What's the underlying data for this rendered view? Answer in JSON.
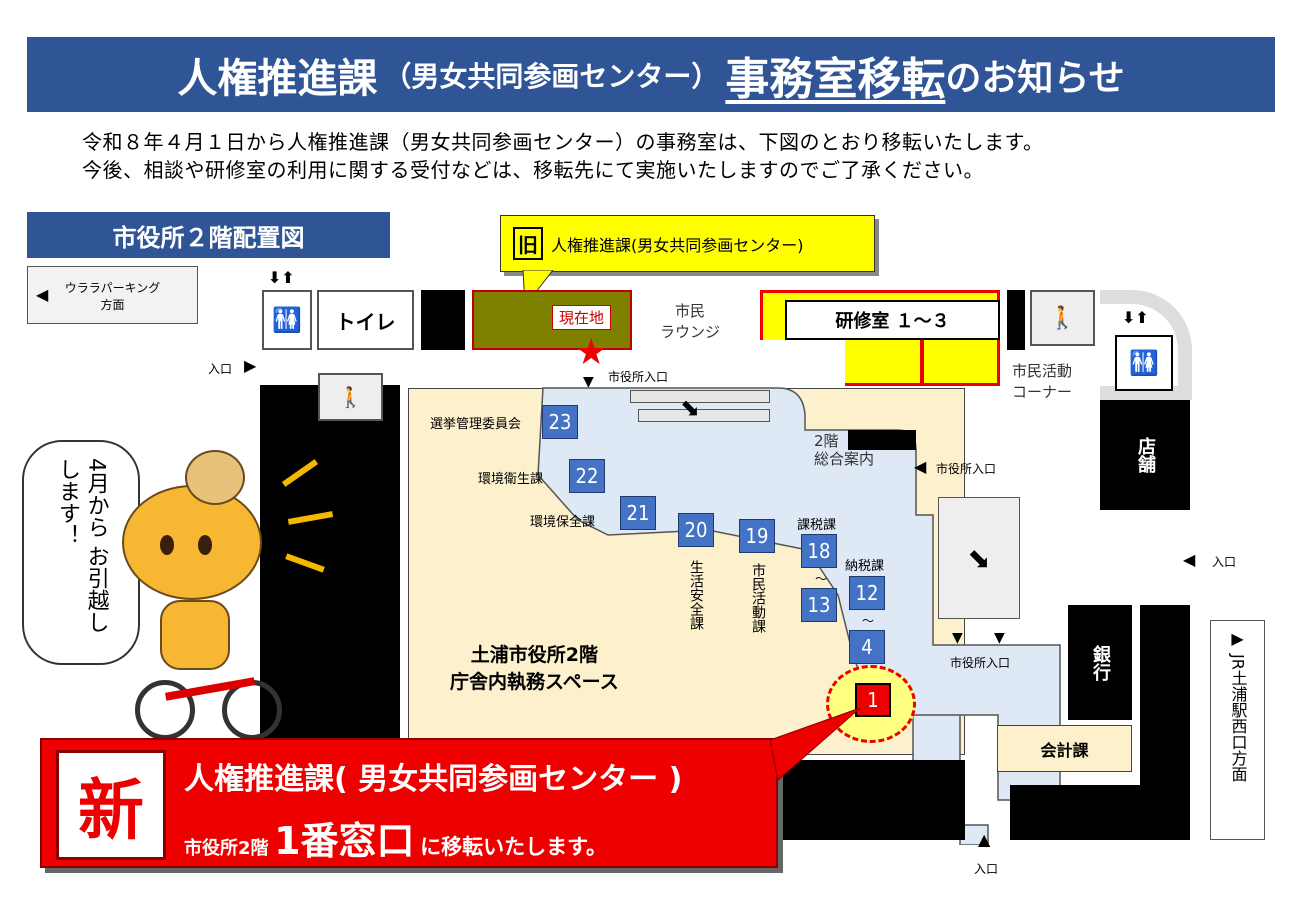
{
  "banner": {
    "title_main": "人権推進課",
    "title_sub": "（男女共同参画センター）",
    "title_emph": "事務室移転",
    "title_end": "のお知らせ"
  },
  "intro": [
    "令和８年４月１日から人権推進課（男女共同参画センター）の事務室は、下図のとおり移転いたします。",
    "今後、相談や研修室の利用に関する受付などは、移転先にて実施いたしますのでご了承ください。"
  ],
  "map_label": "市役所２階配置図",
  "old_callout": {
    "badge": "旧",
    "text": "人権推進課(男女共同参画センター)"
  },
  "parking": {
    "arrow": "◀",
    "text1": "ウララパーキング",
    "text2": "方面"
  },
  "rooms": {
    "toilet": "トイレ",
    "current": "現在地",
    "lounge1": "市民",
    "lounge2": "ラウンジ",
    "training": "研修室 １～３",
    "activity1": "市民活動",
    "activity2": "コーナー",
    "shop": "店舗",
    "bank": "銀行",
    "accounting": "会計課",
    "info1": "2階",
    "info2": "総合案内",
    "workspace1": "土浦市役所2階",
    "workspace2": "庁舎内執務スペース"
  },
  "entrances": {
    "entrance": "入口",
    "city_hall_entrance": "市役所入口",
    "jr": "JR土浦駅西口方面"
  },
  "windows": [
    {
      "num": "23",
      "label": "選挙管理委員会"
    },
    {
      "num": "22",
      "label": "環境衛生課"
    },
    {
      "num": "21",
      "label": "環境保全課"
    },
    {
      "num": "20",
      "label": "生活安全課"
    },
    {
      "num": "19",
      "label": "市民活動課"
    },
    {
      "num": "18",
      "label": "課税課"
    },
    {
      "num": "13",
      "label": ""
    },
    {
      "num": "12",
      "label": "納税課"
    },
    {
      "num": "4",
      "label": ""
    },
    {
      "num": "1",
      "label": ""
    }
  ],
  "tilde": "～",
  "speech": "4月から お引越しします！",
  "new_box": {
    "badge": "新",
    "title": "人権推進課( 男女共同参画センター )",
    "line_pre": "市役所2階",
    "line_big": "1番窓口",
    "line_post": "に移転いたします。"
  },
  "colors": {
    "banner": "#2f5597",
    "window": "#4472c4",
    "new": "#ff0000",
    "workspace": "#fdf0cd",
    "public": "#dee9f5",
    "callout": "#ffff00"
  }
}
